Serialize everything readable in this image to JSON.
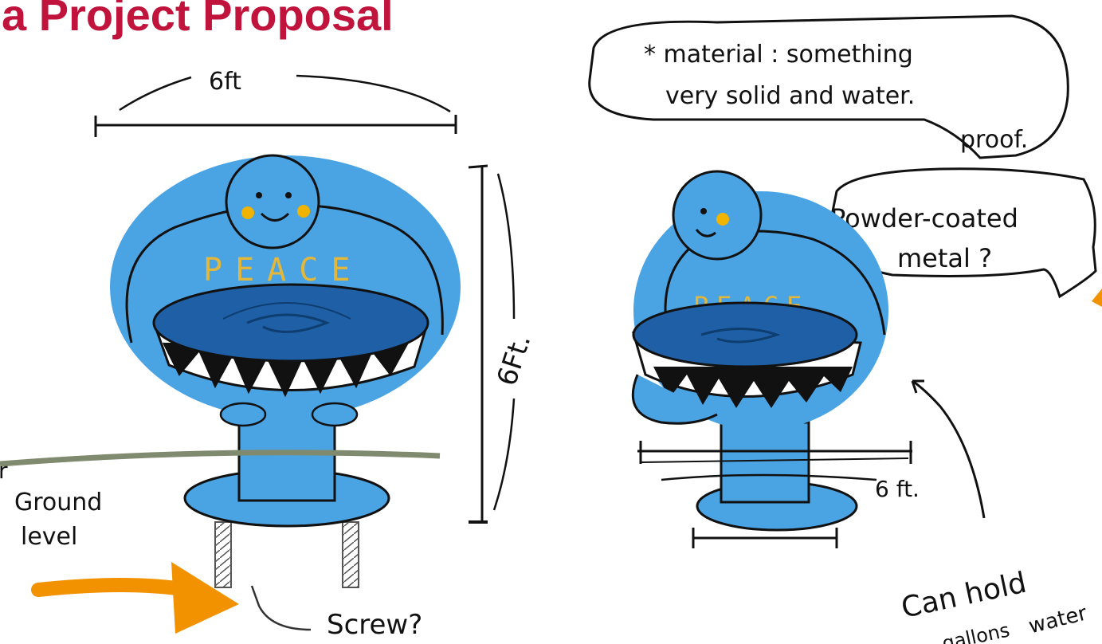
{
  "title": "a Project Proposal",
  "colors": {
    "title": "#c0143c",
    "figure_blue": "#4aa3e3",
    "bowl_dark": "#1f5fa6",
    "peace_text": "#e3b73a",
    "cheeks": "#f0b400",
    "ground_line": "#7f8a6f",
    "arrow": "#f39200",
    "ink": "#111111"
  },
  "left_sketch": {
    "width_label": "6ft",
    "height_label": "6Ft.",
    "peace_text": "PEACE",
    "ground_label_line1": "Ground",
    "ground_label_line2": "level",
    "screw_label": "Screw?",
    "left_edge_fragment": "r"
  },
  "right_sketch": {
    "material_note_line1": "* material : something",
    "material_note_line2": "very solid and water.",
    "material_note_line3": "proof.",
    "powder_note_line1": "Powder-coated",
    "powder_note_line2": "metal ?",
    "peace_text": "PEACE",
    "width_label": "6 ft.",
    "capacity_line1": "Can hold",
    "capacity_line2": "gallons",
    "capacity_line3": "water"
  },
  "icons": [
    "orange-arrow-icon",
    "orange-arrow-tip-icon"
  ]
}
